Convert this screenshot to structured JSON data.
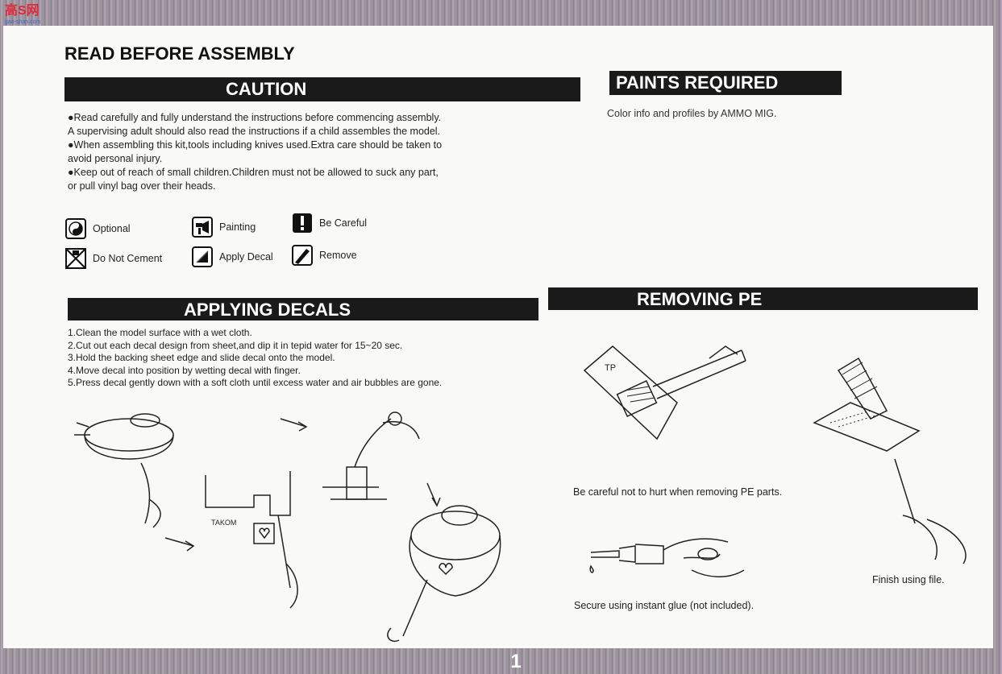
{
  "corner_logo": {
    "glyph": "高S网",
    "url": "gao-shan.com"
  },
  "title": "READ BEFORE ASSEMBLY",
  "caution": {
    "heading": "CAUTION",
    "lines": [
      "●Read carefully and fully understand the instructions before commencing assembly.",
      "A supervising adult should also read the instructions if a child assembles the model.",
      "●When assembling this kit,tools including knives used.Extra care should be taken to",
      "avoid personal injury.",
      "●Keep out of reach of small children.Children must not be allowed to suck any part,",
      "or pull vinyl bag over their heads."
    ]
  },
  "legend": {
    "optional": "Optional",
    "painting": "Painting",
    "be_careful": "Be Careful",
    "do_not_cement": "Do Not Cement",
    "apply_decal": "Apply Decal",
    "remove": "Remove"
  },
  "paints": {
    "heading": "PAINTS REQUIRED",
    "note": "Color info and profiles by AMMO MIG."
  },
  "decals": {
    "heading": "APPLYING DECALS",
    "steps": [
      "1.Clean the model surface with a wet cloth.",
      "2.Cut out each decal design from sheet,and dip it in tepid water for 15~20 sec.",
      "3.Hold the backing sheet edge and slide decal onto the model.",
      "4.Move decal into position by wetting decal with finger.",
      "5.Press decal gently down with a soft cloth until excess water and air bubbles are gone."
    ],
    "sheet_label": "TAKOM"
  },
  "removing": {
    "heading": "REMOVING PE",
    "caption_careful": "Be careful not to hurt when removing PE parts.",
    "caption_glue": "Secure using instant glue (not included).",
    "caption_file": "Finish using file.",
    "pe_label": "TP"
  },
  "page_number": "1",
  "colors": {
    "bar": "#1a1a1a",
    "paper": "#f9f9f8",
    "logo_red": "#e02a3a"
  },
  "icons": [
    "optional-icon",
    "painting-icon",
    "be-careful-icon",
    "do-not-cement-icon",
    "apply-decal-icon",
    "remove-icon"
  ]
}
